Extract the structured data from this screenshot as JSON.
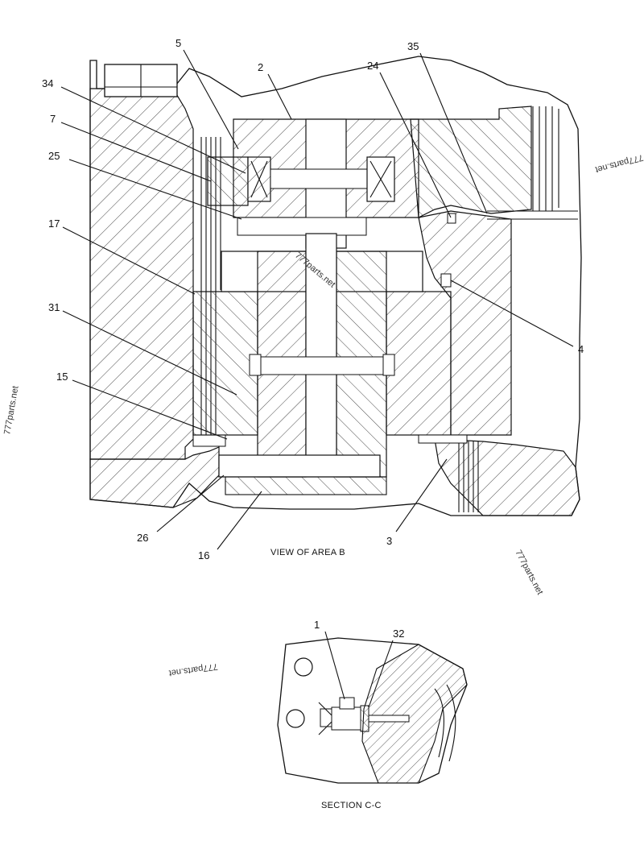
{
  "drawing": {
    "main_caption": "VIEW OF AREA B",
    "section_caption": "SECTION C-C",
    "watermark": "777parts.net",
    "callouts_main": [
      "5",
      "2",
      "24",
      "35",
      "34",
      "7",
      "25",
      "17",
      "31",
      "15",
      "26",
      "16",
      "3",
      "4"
    ],
    "callouts_section": [
      "1",
      "32"
    ]
  }
}
